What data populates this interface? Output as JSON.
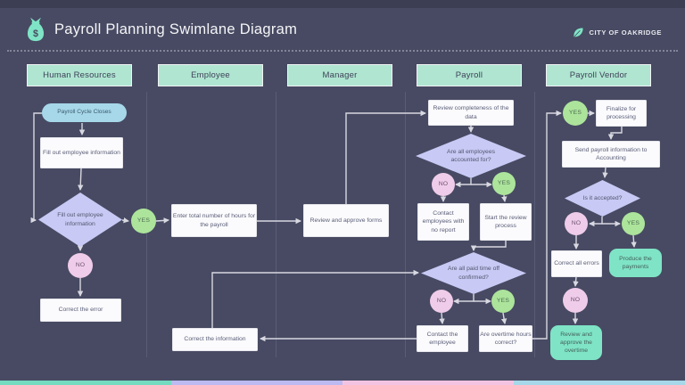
{
  "header": {
    "title": "Payroll Planning Swimlane Diagram",
    "brand": "CITY OF OAKRIDGE"
  },
  "lanes": [
    {
      "label": "Human Resources"
    },
    {
      "label": "Employee"
    },
    {
      "label": "Manager"
    },
    {
      "label": "Payroll"
    },
    {
      "label": "Payroll Vendor"
    }
  ],
  "nodes": {
    "hr_start": {
      "label": "Payroll Cycle Closes",
      "type": "start"
    },
    "hr_fill_info": {
      "label": "Fill out employee information",
      "type": "process"
    },
    "hr_fill_decision": {
      "label": "Fill out employee information",
      "type": "decision"
    },
    "hr_yes": {
      "label": "YES"
    },
    "hr_no": {
      "label": "NO"
    },
    "hr_correct_error": {
      "label": "Correct the error",
      "type": "process"
    },
    "emp_enter_hours": {
      "label": "Enter total number of hours for the payroll",
      "type": "process"
    },
    "emp_correct_info": {
      "label": "Correct the information",
      "type": "process"
    },
    "mgr_review_forms": {
      "label": "Review and approve forms",
      "type": "process"
    },
    "pay_review_completeness": {
      "label": "Review completeness of the data",
      "type": "process"
    },
    "pay_accounted_decision": {
      "label": "Are all employees accounted for?",
      "type": "decision"
    },
    "pay_accounted_no": {
      "label": "NO"
    },
    "pay_accounted_yes": {
      "label": "YES"
    },
    "pay_contact_no_report": {
      "label": "Contact employees with no report",
      "type": "process"
    },
    "pay_start_review": {
      "label": "Start the review process",
      "type": "process"
    },
    "pay_pto_decision": {
      "label": "Are all paid time off confirmed?",
      "type": "decision"
    },
    "pay_pto_no": {
      "label": "NO"
    },
    "pay_pto_yes": {
      "label": "YES"
    },
    "pay_contact_employee": {
      "label": "Contact the employee",
      "type": "process"
    },
    "pay_overtime_correct": {
      "label": "Are overtime hours correct?",
      "type": "process"
    },
    "ven_yes": {
      "label": "YES"
    },
    "ven_finalize": {
      "label": "Finalize for processing",
      "type": "process"
    },
    "ven_send_accounting": {
      "label": "Send payroll information to Accounting",
      "type": "process"
    },
    "ven_accepted_decision": {
      "label": "Is it accepted?",
      "type": "decision"
    },
    "ven_accepted_no": {
      "label": "NO"
    },
    "ven_accepted_yes": {
      "label": "YES"
    },
    "ven_correct_errors": {
      "label": "Correct all errors",
      "type": "process"
    },
    "ven_produce_payments": {
      "label": "Produce the payments",
      "type": "end"
    },
    "ven_overtime_no": {
      "label": "NO"
    },
    "ven_review_overtime": {
      "label": "Review and approve the overtime",
      "type": "end"
    }
  },
  "colors": {
    "bg": "#474A62",
    "lane_header": "#AFE5D1",
    "start_blue": "#A6D8E9",
    "diamond": "#C8C9F4",
    "yes_green": "#ACE49B",
    "no_pink": "#EFCCE9",
    "teal_end": "#7FE4C6",
    "line": "#D8D8E1"
  },
  "footer_stripe": [
    "#74DBC0",
    "#BCBAF0",
    "#F4C3E2",
    "#A6D8E9"
  ]
}
